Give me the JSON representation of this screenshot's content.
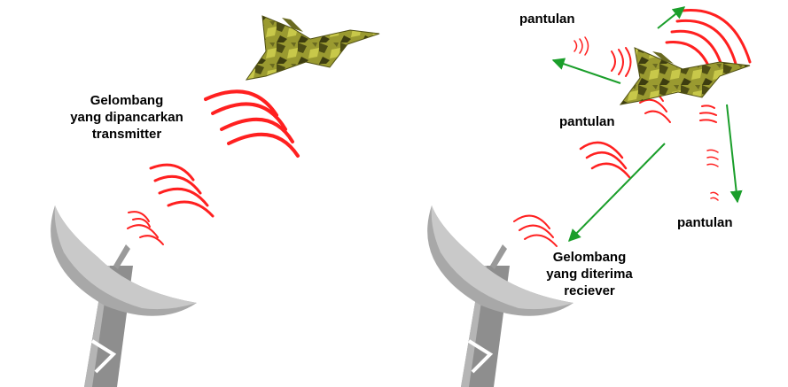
{
  "labels": {
    "transmitted_wave": [
      "Gelombang",
      "yang dipancarkan",
      "transmitter"
    ],
    "received_wave": [
      "Gelombang",
      "yang diterima",
      "reciever"
    ],
    "reflection_top": "pantulan",
    "reflection_mid": "pantulan",
    "reflection_right": "pantulan"
  },
  "colors": {
    "wave": "#ff2020",
    "arrow": "#1a9e2a",
    "dish": "#a6a6a6",
    "aircraft_camo": "#8a8a2a"
  },
  "icons": [
    "radar-dish-transmitter",
    "radar-dish-receiver",
    "fighter-jet-icon",
    "fighter-jet-icon"
  ]
}
